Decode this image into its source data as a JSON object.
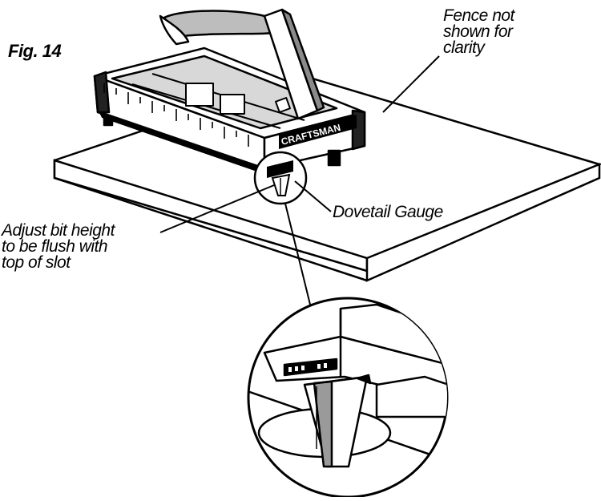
{
  "figure": {
    "label": "Fig. 14"
  },
  "callouts": {
    "fence": [
      "Fence not",
      "shown for",
      "clarity"
    ],
    "dovetail_gauge": "Dovetail Gauge",
    "adjust_bit": [
      "Adjust bit height",
      "to be flush with",
      "top of slot"
    ]
  },
  "product": {
    "brand": "CRAFTSMAN"
  },
  "colors": {
    "ink": "#000000",
    "paper": "#ffffff",
    "shade": "#9a9a9a"
  }
}
